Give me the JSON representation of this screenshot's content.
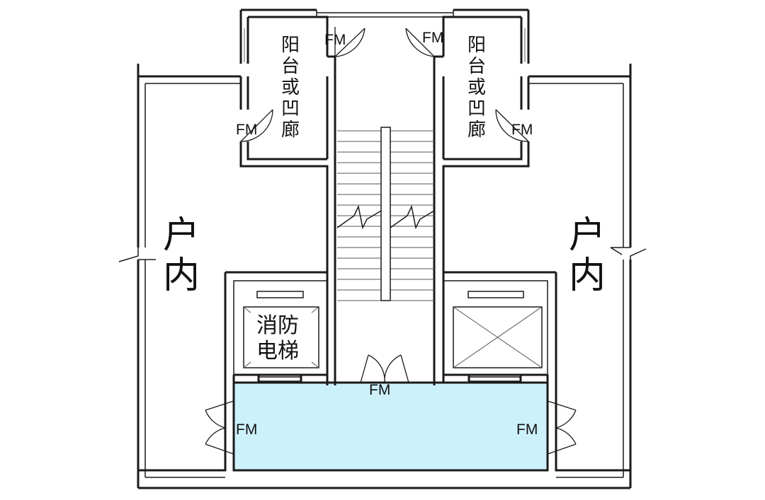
{
  "colors": {
    "lobby_fill": "#cdf1fb",
    "wall": "#1a1a1a",
    "background": "#ffffff"
  },
  "labels": {
    "fm": "FM",
    "balcony_left": [
      "阳",
      "台",
      "或",
      "凹",
      "廊"
    ],
    "balcony_right": [
      "阳",
      "台",
      "或",
      "凹",
      "廊"
    ],
    "unit_left": [
      "户",
      "内"
    ],
    "unit_right": [
      "户",
      "内"
    ],
    "fire_elevator": [
      "消防",
      "电梯"
    ]
  }
}
